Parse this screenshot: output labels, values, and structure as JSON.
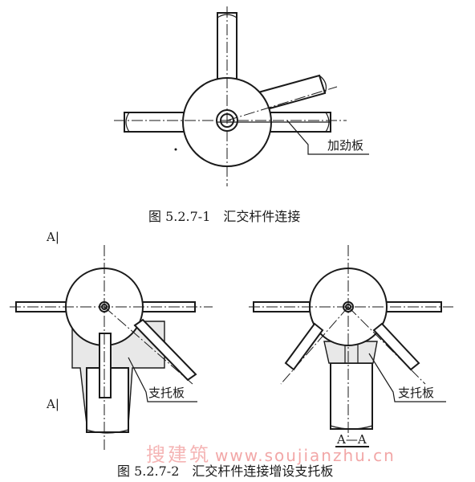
{
  "figure1": {
    "caption": "图 5.2.7-1　汇交杆件连接",
    "label_stiffener": "加劲板"
  },
  "figure2": {
    "caption": "图 5.2.7-2　汇交杆件连接增设支托板",
    "label_bracket_left": "支托板",
    "label_bracket_right": "支托板",
    "section_mark_top": "A|",
    "section_mark_bottom": "A|",
    "section_title": "A—A"
  },
  "watermark": {
    "chinese": "搜建筑",
    "url": "www.soujianzhu.cn"
  }
}
